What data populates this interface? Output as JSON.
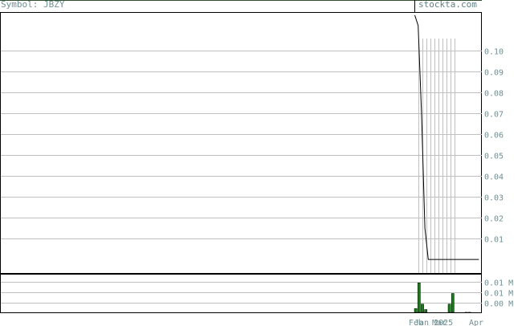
{
  "header": {
    "symbol_text": "Symbol: JBZY",
    "brand_text": "stockta.com"
  },
  "colors": {
    "frame": "#000000",
    "grid": "#c0c0c0",
    "price_line": "#000000",
    "volume_bar_fill": "#1d7a1d",
    "volume_bar_stroke": "#000000",
    "axis_text": "#6f8f93",
    "header_accent": "#2f4f2f"
  },
  "chart_data": [
    {
      "type": "line",
      "title": "",
      "series": [
        {
          "values": [
            0.117,
            0.112,
            0.07,
            0.015,
            0.0,
            0.0,
            0.0,
            0.0,
            0.0,
            0.0,
            0.0,
            0.0,
            0.0,
            0.0,
            0.0,
            0.0,
            0.0,
            0.0,
            0.0,
            0.0
          ]
        }
      ],
      "y_ticks": [
        "0.10",
        "0.09",
        "0.08",
        "0.07",
        "0.06",
        "0.05",
        "0.04",
        "0.03",
        "0.02",
        "0.01"
      ],
      "y_tick_values": [
        0.1,
        0.09,
        0.08,
        0.07,
        0.06,
        0.05,
        0.04,
        0.03,
        0.02,
        0.01
      ],
      "ylim": [
        -0.0065,
        0.1185
      ],
      "grid": true
    },
    {
      "type": "bar",
      "title": "",
      "series": [
        {
          "values": [
            0.0015,
            0.01,
            0.003,
            0.0012,
            0.0,
            0.0,
            0.0,
            0.0,
            0.0,
            0.0,
            0.003,
            0.0065,
            0.0,
            0.0,
            0.0,
            0.0003,
            0.0003,
            0.0,
            0.0002,
            0.0001
          ]
        }
      ],
      "y_ticks": [
        "0.01 M",
        "0.01 M",
        "0.00 M"
      ],
      "ylim": [
        0,
        0.013
      ],
      "x_ticks": [
        "Feb",
        "Jan 2025",
        "Mar",
        "Apr"
      ],
      "grid": true
    }
  ]
}
